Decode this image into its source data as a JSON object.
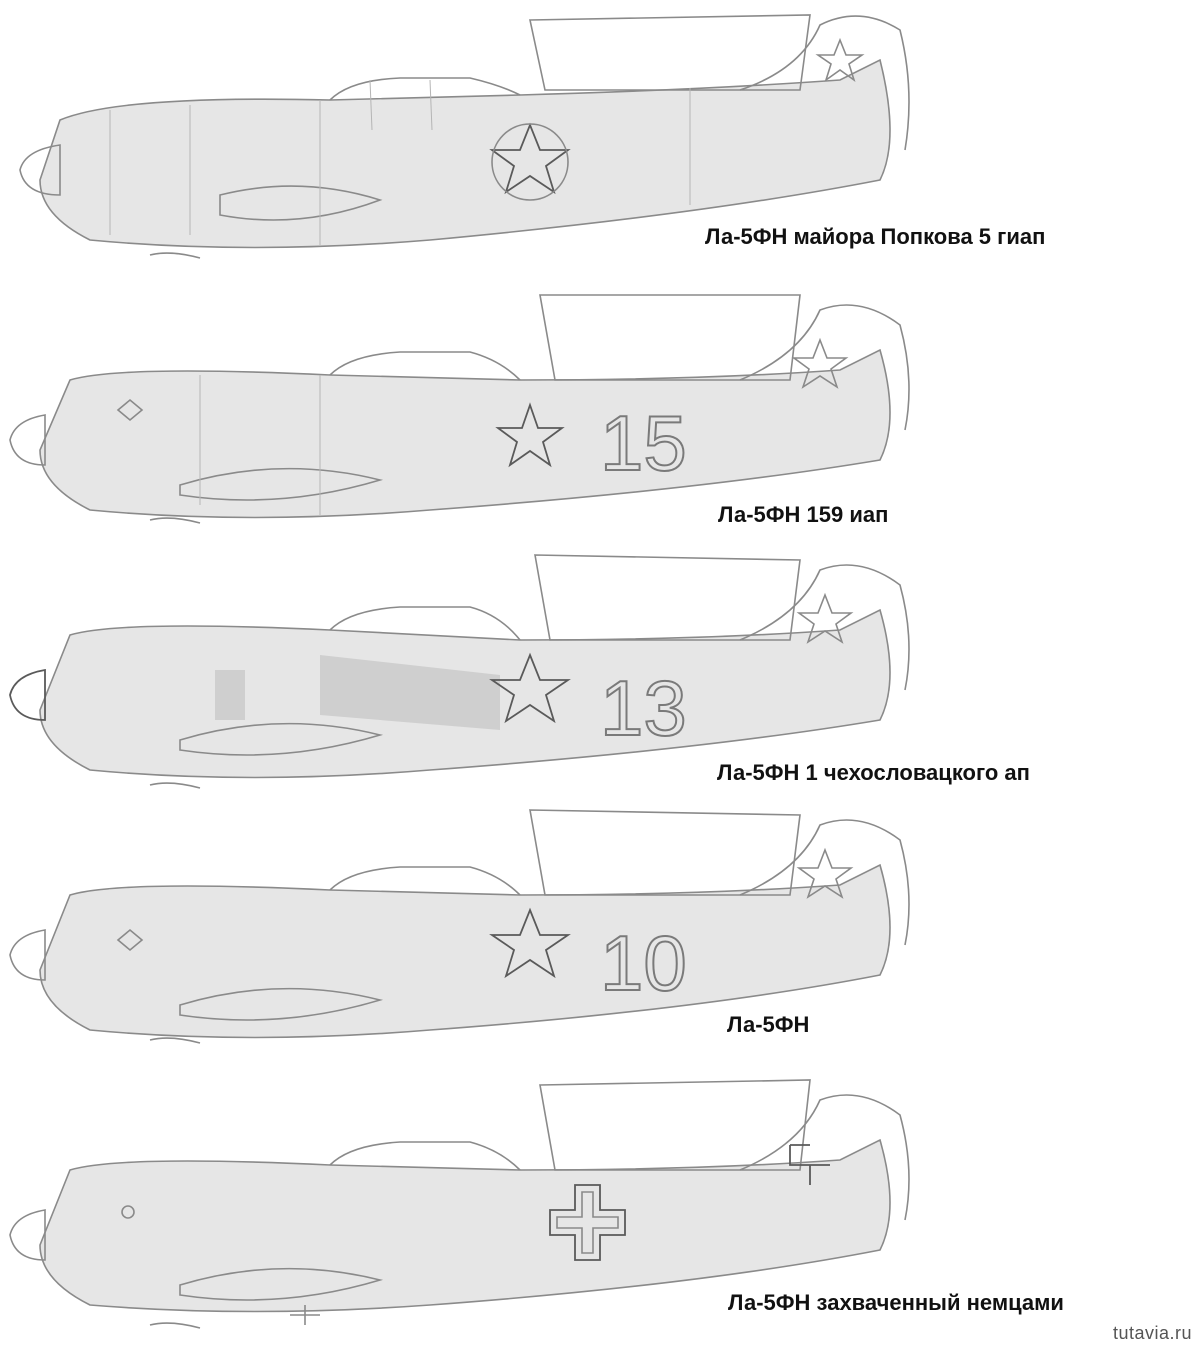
{
  "plates": [
    {
      "id": "popkov",
      "caption": "Ла-5ФН  майора Попкова 5 гиап",
      "tail_number": "",
      "insignia": "red-star"
    },
    {
      "id": "iap159",
      "caption": "Ла-5ФН  159 иап",
      "tail_number": "15",
      "insignia": "red-star"
    },
    {
      "id": "czech",
      "caption": "Ла-5ФН  1 чехословацкого ап",
      "tail_number": "13",
      "insignia": "red-star"
    },
    {
      "id": "plain",
      "caption": "Ла-5ФН",
      "tail_number": "10",
      "insignia": "red-star"
    },
    {
      "id": "captured",
      "caption": "Ла-5ФН захваченный немцами",
      "tail_number": "",
      "insignia": "balkenkreuz-and-swastika"
    }
  ],
  "watermark": "tutavia.ru"
}
